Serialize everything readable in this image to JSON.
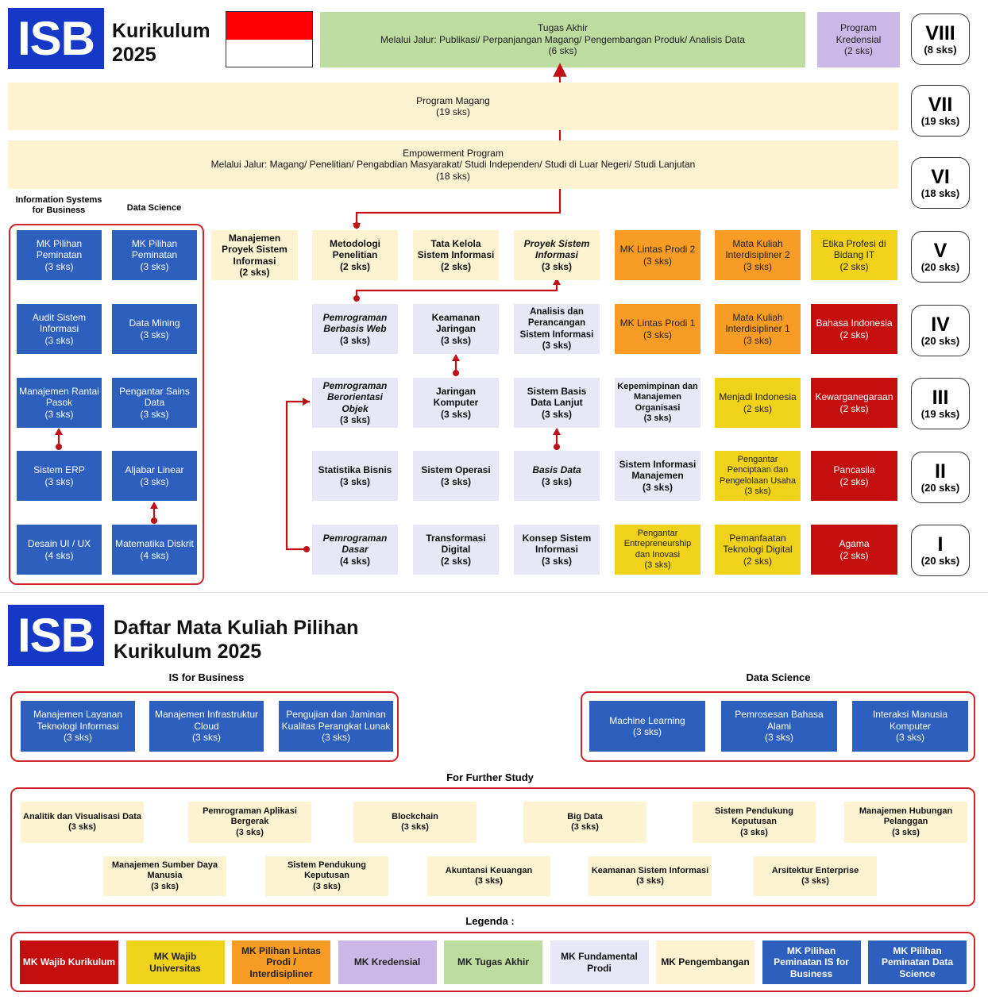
{
  "header": {
    "logo": "ISB",
    "title_line1": "Kurikulum",
    "title_line2": "2025"
  },
  "top_blocks": {
    "tugas_akhir": {
      "title": "Tugas Akhir",
      "route": "Melalui Jalur: Publikasi/ Perpanjangan Magang/ Pengembangan Produk/ Analisis Data",
      "sks": "(6 sks)"
    },
    "kredensial": {
      "title1": "Program",
      "title2": "Kredensial",
      "sks": "(2 sks)"
    },
    "magang": {
      "title": "Program Magang",
      "sks": "(19 sks)"
    },
    "empowerment": {
      "title": "Empowerment Program",
      "route": "Melalui Jalur: Magang/ Penelitian/ Pengabdian Masyarakat/ Studi Independen/ Studi di Luar Negeri/ Studi Lanjutan",
      "sks": "(18 sks)"
    }
  },
  "semesters": [
    {
      "roman": "VIII",
      "sks": "(8 sks)"
    },
    {
      "roman": "VII",
      "sks": "(19 sks)"
    },
    {
      "roman": "VI",
      "sks": "(18 sks)"
    },
    {
      "roman": "V",
      "sks": "(20 sks)"
    },
    {
      "roman": "IV",
      "sks": "(20 sks)"
    },
    {
      "roman": "III",
      "sks": "(19 sks)"
    },
    {
      "roman": "II",
      "sks": "(20 sks)"
    },
    {
      "roman": "I",
      "sks": "(20 sks)"
    }
  ],
  "track_labels": {
    "isb_line1": "Information Systems",
    "isb_line2": "for Business",
    "ds": "Data Science"
  },
  "grid": {
    "isb": [
      {
        "n": "MK Pilihan Peminatan",
        "s": "(3 sks)"
      },
      {
        "n": "Audit Sistem Informasi",
        "s": "(3 sks)"
      },
      {
        "n": "Manajemen Rantai Pasok",
        "s": "(3 sks)"
      },
      {
        "n": "Sistem ERP",
        "s": "(3 sks)"
      },
      {
        "n": "Desain UI / UX",
        "s": "(4 sks)"
      }
    ],
    "ds": [
      {
        "n": "MK Pilihan Peminatan",
        "s": "(3 sks)"
      },
      {
        "n": "Data Mining",
        "s": "(3 sks)"
      },
      {
        "n": "Pengantar Sains Data",
        "s": "(3 sks)"
      },
      {
        "n": "Aljabar Linear",
        "s": "(3 sks)"
      },
      {
        "n": "Matematika Diskrit",
        "s": "(4 sks)"
      }
    ],
    "mpsi": {
      "n": "Manajemen Proyek Sistem Informasi",
      "s": "(2 sks)"
    },
    "c1": [
      {
        "n": "Metodologi Penelitian",
        "s": "(2 sks)"
      },
      {
        "n": "Pemrograman Berbasis Web",
        "s": "(3 sks)"
      },
      {
        "n": "Pemrograman Berorientasi Objek",
        "s": "(3 sks)"
      },
      {
        "n": "Statistika Bisnis",
        "s": "(3 sks)"
      },
      {
        "n": "Pemrograman Dasar",
        "s": "(4 sks)"
      }
    ],
    "c2": [
      {
        "n": "Tata Kelola Sistem Informasi",
        "s": "(2 sks)"
      },
      {
        "n": "Keamanan Jaringan",
        "s": "(3 sks)"
      },
      {
        "n": "Jaringan Komputer",
        "s": "(3 sks)"
      },
      {
        "n": "Sistem Operasi",
        "s": "(3 sks)"
      },
      {
        "n": "Transformasi Digital",
        "s": "(2 sks)"
      }
    ],
    "c3": [
      {
        "n": "Proyek Sistem Informasi",
        "s": "(3 sks)"
      },
      {
        "n": "Analisis dan Perancangan Sistem Informasi",
        "s": "(3 sks)"
      },
      {
        "n": "Sistem Basis Data Lanjut",
        "s": "(3 sks)"
      },
      {
        "n": "Basis Data",
        "s": "(3 sks)"
      },
      {
        "n": "Konsep Sistem Informasi",
        "s": "(3 sks)"
      }
    ],
    "c4": [
      {
        "n": "MK Lintas Prodi 2",
        "s": "(3 sks)"
      },
      {
        "n": "MK Lintas Prodi 1",
        "s": "(3 sks)"
      },
      {
        "n": "Kepemimpinan dan Manajemen Organisasi",
        "s": "(3 sks)"
      },
      {
        "n": "Sistem Informasi Manajemen",
        "s": "(3 sks)"
      },
      {
        "n": "Pengantar Entrepreneurship dan Inovasi",
        "s": "(3 sks)"
      }
    ],
    "c5": [
      {
        "n": "Mata Kuliah Interdisipliner 2",
        "s": "(3 sks)"
      },
      {
        "n": "Mata Kuliah Interdisipliner 1",
        "s": "(3 sks)"
      },
      {
        "n": "Menjadi Indonesia",
        "s": "(2 sks)"
      },
      {
        "n": "Pengantar Penciptaan dan Pengelolaan Usaha",
        "s": "(3 sks)"
      },
      {
        "n": "Pemanfaatan Teknologi Digital",
        "s": "(2 sks)"
      }
    ],
    "c6": [
      {
        "n": "Etika Profesi di Bidang IT",
        "s": "(2 sks)"
      },
      {
        "n": "Bahasa Indonesia",
        "s": "(2 sks)"
      },
      {
        "n": "Kewarganegaraan",
        "s": "(2 sks)"
      },
      {
        "n": "Pancasila",
        "s": "(2 sks)"
      },
      {
        "n": "Agama",
        "s": "(2 sks)"
      }
    ]
  },
  "elective_page": {
    "logo": "ISB",
    "title_line1": "Daftar Mata Kuliah Pilihan",
    "title_line2": "Kurikulum 2025",
    "isb_label": "IS for Business",
    "ds_label": "Data Science",
    "isb_items": [
      {
        "n": "Manajemen Layanan Teknologi Informasi",
        "s": "(3 sks)"
      },
      {
        "n": "Manajemen Infrastruktur Cloud",
        "s": "(3 sks)"
      },
      {
        "n": "Pengujian dan Jaminan Kualitas Perangkat Lunak",
        "s": "(3 sks)"
      }
    ],
    "ds_items": [
      {
        "n": "Machine Learning",
        "s": "(3 sks)"
      },
      {
        "n": "Pemrosesan Bahasa Alami",
        "s": "(3 sks)"
      },
      {
        "n": "Interaksi Manusia Komputer",
        "s": "(3 sks)"
      }
    ],
    "further_label": "For Further Study",
    "further_row1": [
      {
        "n": "Analitik dan Visualisasi Data",
        "s": "(3 sks)"
      },
      {
        "n": "Pemrograman Aplikasi Bergerak",
        "s": "(3 sks)"
      },
      {
        "n": "Blockchain",
        "s": "(3 sks)"
      },
      {
        "n": "Big Data",
        "s": "(3 sks)"
      },
      {
        "n": "Sistem Pendukung Keputusan",
        "s": "(3 sks)"
      },
      {
        "n": "Manajemen Hubungan Pelanggan",
        "s": "(3 sks)"
      }
    ],
    "further_row2": [
      {
        "n": "Manajemen Sumber Daya Manusia",
        "s": "(3 sks)"
      },
      {
        "n": "Sistem Pendukung Keputusan",
        "s": "(3 sks)"
      },
      {
        "n": "Akuntansi Keuangan",
        "s": "(3 sks)"
      },
      {
        "n": "Keamanan Sistem Informasi",
        "s": "(3 sks)"
      },
      {
        "n": "Arsitektur Enterprise",
        "s": "(3 sks)"
      }
    ],
    "legend_label": "Legenda :",
    "legend": [
      {
        "label": "MK Wajib Kurikulum",
        "color": "#c50f0f"
      },
      {
        "label": "MK Wajib Universitas",
        "color": "#f0d21a"
      },
      {
        "label": "MK Pilihan Lintas Prodi / Interdisipliner",
        "color": "#f89c25"
      },
      {
        "label": "MK Kredensial",
        "color": "#cab9e6"
      },
      {
        "label": "MK Tugas Akhir",
        "color": "#bcdca0"
      },
      {
        "label": "MK Fundamental Prodi",
        "color": "#e7e7f6"
      },
      {
        "label": "MK Pengembangan",
        "color": "#fdf3d0"
      },
      {
        "label": "MK Pilihan Peminatan IS for Business",
        "color": "#2d5fbf"
      },
      {
        "label": "MK Pilihan Peminatan Data Science",
        "color": "#2d5fbf"
      }
    ]
  },
  "colors": {
    "frame": "#d0262b",
    "arrow": "#c0101a",
    "logo": "#1538c7"
  }
}
